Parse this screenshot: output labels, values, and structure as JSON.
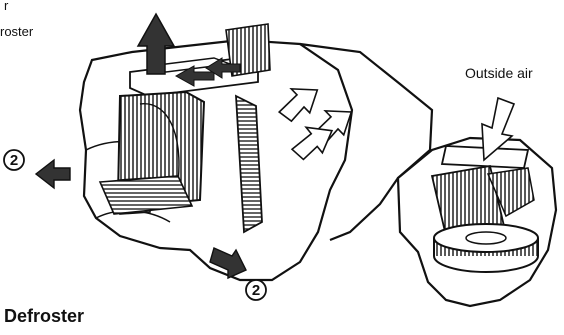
{
  "labels": {
    "top_left_partial_1": "r",
    "top_left_partial_2": "roster",
    "outside_air": "Outside air",
    "outlet_number_left": "2",
    "outlet_number_bottom": "2",
    "caption": "Defroster"
  },
  "icons": {
    "airflow_arrow": "arrow-icon",
    "heater_core": "grille",
    "blower": "blower-wheel"
  },
  "colors": {
    "ink": "#111111",
    "arrow_fill": "#333333",
    "background": "#ffffff"
  }
}
